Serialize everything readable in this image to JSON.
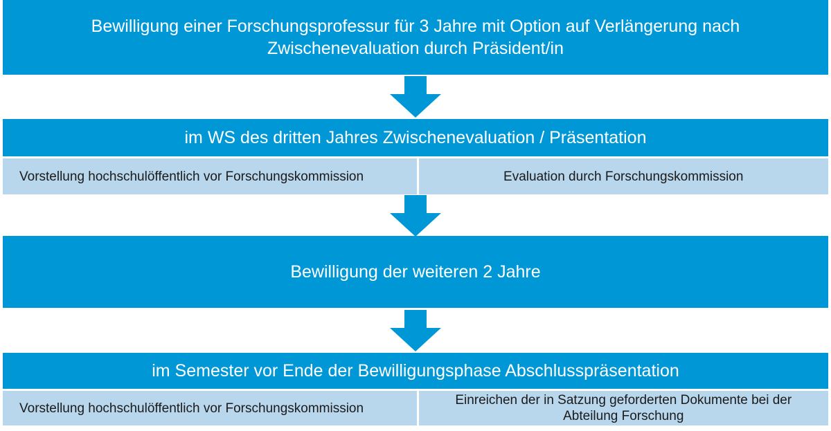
{
  "steps": [
    {
      "text": "Bewilligung einer Forschungsprofessur für 3 Jahre mit Option auf Verlängerung nach Zwischenevaluation durch Präsident/in"
    },
    {
      "text": "im WS des dritten Jahres Zwischenevaluation / Präsentation",
      "details": [
        "Vorstellung hochschulöffentlich vor Forschungskommission",
        "Evaluation durch Forschungskommission"
      ]
    },
    {
      "text": "Bewilligung der weiteren 2 Jahre"
    },
    {
      "text": "im Semester vor Ende der Bewilligungsphase Abschlusspräsentation",
      "details": [
        "Vorstellung hochschulöffentlich vor Forschungskommission",
        "Einreichen der in Satzung geforderten Dokumente bei der Abteilung Forschung"
      ]
    }
  ],
  "colors": {
    "primary": "#0097d6",
    "secondary": "#b8d7ec",
    "text_on_primary": "#ffffff"
  }
}
